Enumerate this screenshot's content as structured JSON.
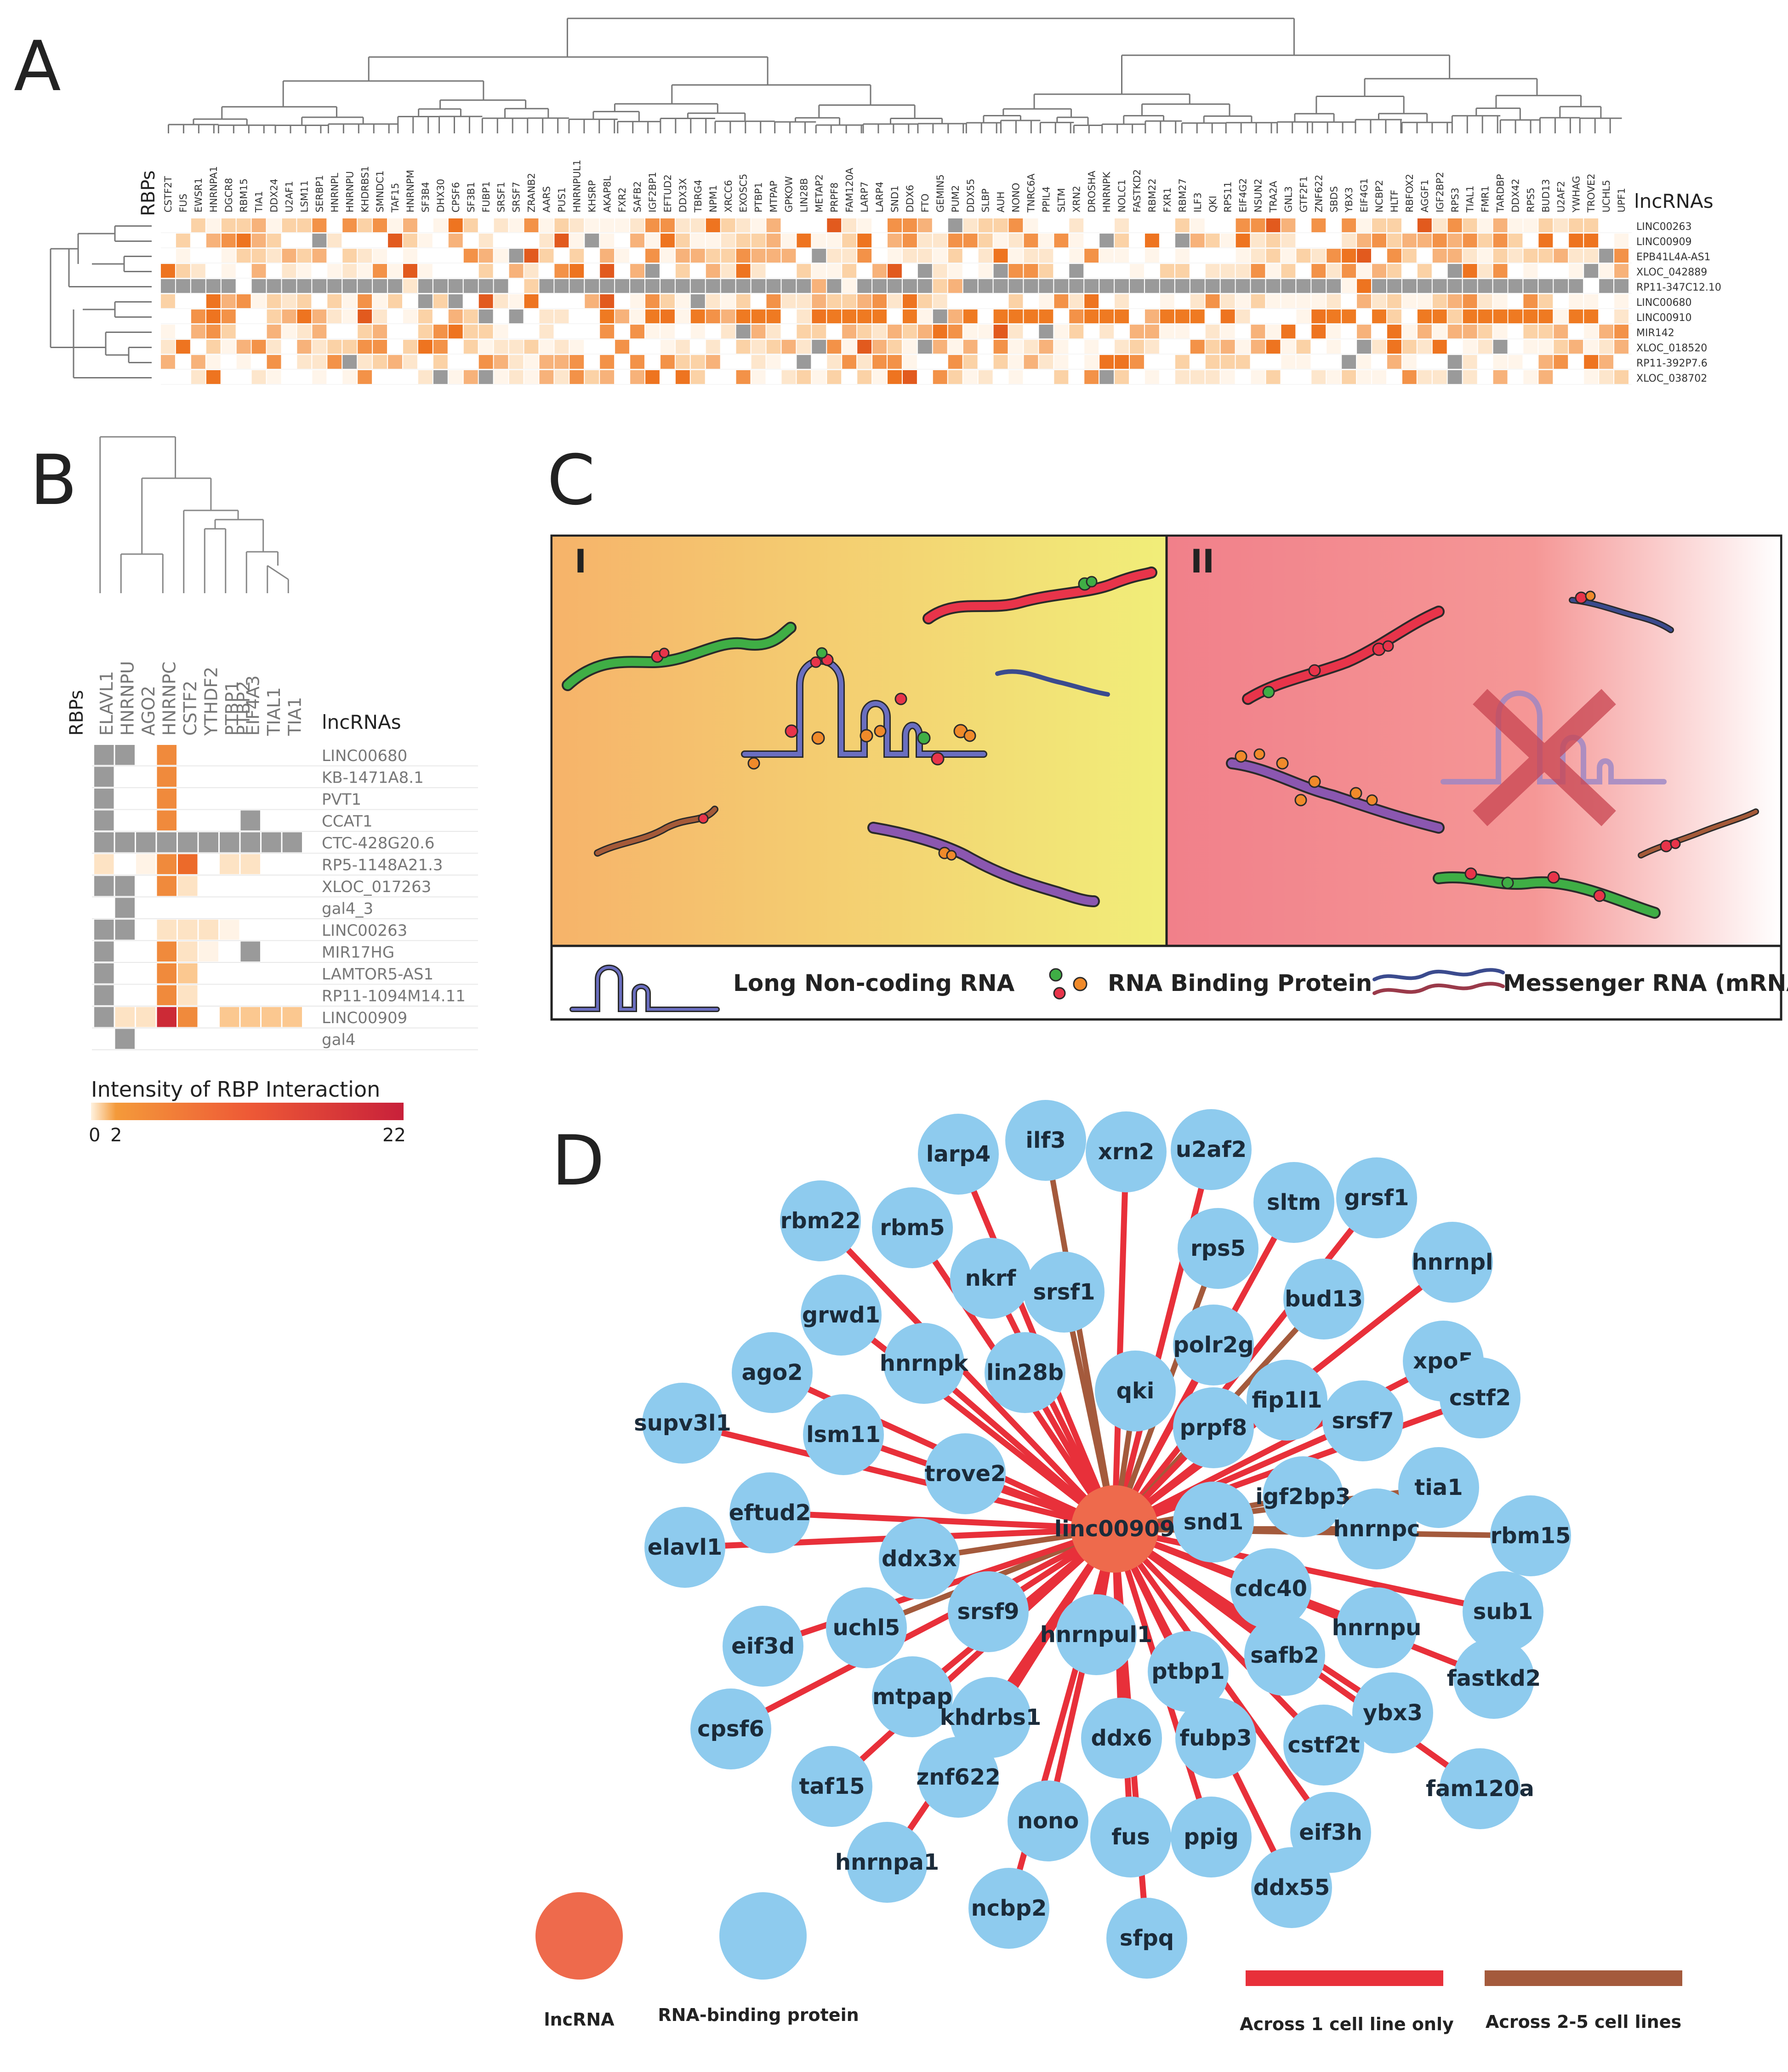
{
  "panels": {
    "a": "A",
    "b": "B",
    "c": "C",
    "d": "D"
  },
  "panel_a": {
    "axis_rbp": "RBPs",
    "axis_lnc": "lncRNAs",
    "rbps": [
      "CSTF2T",
      "FUS",
      "EWSR1",
      "HNRNPA1",
      "DGCR8",
      "RBM15",
      "TIA1",
      "DDX24",
      "U2AF1",
      "LSM11",
      "SERBP1",
      "HNRNPL",
      "HNRNPU",
      "KHDRBS1",
      "SMNDC1",
      "TAF15",
      "HNRNPM",
      "SF3B4",
      "DHX30",
      "CPSF6",
      "SF3B1",
      "FUBP1",
      "SRSF1",
      "SRSF7",
      "ZRANB2",
      "AARS",
      "PUS1",
      "HNRNPUL1",
      "KHSRP",
      "AKAP8L",
      "FXR2",
      "SAFB2",
      "IGF2BP1",
      "EFTUD2",
      "DDX3X",
      "TBRG4",
      "NPM1",
      "XRCC6",
      "EXOSC5",
      "PTBP1",
      "MTPAP",
      "GPKOW",
      "LIN28B",
      "METAP2",
      "PRPF8",
      "FAM120A",
      "LARP7",
      "LARP4",
      "SND1",
      "DDX6",
      "FTO",
      "GEMIN5",
      "PUM2",
      "DDX55",
      "SLBP",
      "AUH",
      "NONO",
      "TNRC6A",
      "PPIL4",
      "SLTM",
      "XRN2",
      "DROSHA",
      "HNRNPK",
      "NOLC1",
      "FASTKD2",
      "RBM22",
      "FXR1",
      "RBM27",
      "ILF3",
      "QKI",
      "RPS11",
      "EIF4G2",
      "NSUN2",
      "TRA2A",
      "GNL3",
      "GTF2F1",
      "ZNF622",
      "SBDS",
      "YBX3",
      "EIF4G1",
      "NCBP2",
      "HLTF",
      "RBFOX2",
      "AGGF1",
      "IGF2BP2",
      "RPS3",
      "TIAL1",
      "FMR1",
      "TARDBP",
      "DDX42",
      "RPS5",
      "BUD13",
      "U2AF2",
      "YWHAG",
      "TROVE2",
      "UCHL5",
      "UPF1"
    ],
    "lncrnas": [
      "LINC00263",
      "LINC00909",
      "EPB41L4A-AS1",
      "XLOC_042889",
      "RP11-347C12.10",
      "LINC00680",
      "LINC00910",
      "MIR142",
      "XLOC_018520",
      "RP11-392P7.6",
      "XLOC_038702"
    ]
  },
  "panel_b": {
    "axis_rbp": "RBPs",
    "axis_lnc": "lncRNAs",
    "rbps": [
      "ELAVL1",
      "HNRNPU",
      "AGO2",
      "HNRNPC",
      "CSTF2",
      "YTHDF2",
      "PTBP1",
      "PTBP2",
      "EIF4A3",
      "TIAL1",
      "TIA1"
    ],
    "lncrnas": [
      "LINC00680",
      "KB-1471A8.1",
      "PVT1",
      "CCAT1",
      "CTC-428G20.6",
      "RP5-1148A21.3",
      "XLOC_017263",
      "gal4_3",
      "LINC00263",
      "MIR17HG",
      "LAMTOR5-AS1",
      "RP11-1094M14.11",
      "LINC00909",
      "gal4"
    ],
    "legend_title": "Intensity of RBP Interaction",
    "legend_ticks": [
      "0",
      "2",
      "22"
    ]
  },
  "panel_c": {
    "roman_1": "I",
    "roman_2": "II",
    "legend": {
      "lncrna": "Long Non-coding RNA",
      "rbp": "RNA Binding Protein",
      "mrna": "Messenger RNA (mRNA)"
    }
  },
  "panel_d": {
    "center": "linc00909",
    "nodes": [
      "larp4",
      "ilf3",
      "xrn2",
      "u2af2",
      "rbm22",
      "rbm5",
      "sltm",
      "grsf1",
      "rps5",
      "nkrf",
      "srsf1",
      "hnrnpl",
      "bud13",
      "grwd1",
      "polr2g",
      "xpo5",
      "ago2",
      "hnrnpk",
      "lin28b",
      "qki",
      "fip1l1",
      "cstf2",
      "supv3l1",
      "lsm11",
      "prpf8",
      "srsf7",
      "trove2",
      "igf2bp3",
      "tia1",
      "eftud2",
      "snd1",
      "rbm15",
      "elavl1",
      "ddx3x",
      "hnrnpc",
      "cdc40",
      "sub1",
      "srsf9",
      "uchl5",
      "hnrnpu",
      "eif3d",
      "hnrnpul1",
      "safb2",
      "fastkd2",
      "mtpap",
      "ptbp1",
      "cpsf6",
      "khdrbs1",
      "ybx3",
      "ddx6",
      "fubp3",
      "cstf2t",
      "znf622",
      "taf15",
      "fam120a",
      "nono",
      "fus",
      "ppig",
      "eif3h",
      "hnrnpa1",
      "ddx55",
      "ncbp2",
      "sfpq"
    ],
    "brown_edges": [
      "ilf3",
      "srsf1",
      "rps5",
      "bud13",
      "qki",
      "igf2bp3",
      "tia1",
      "hnrnpc",
      "rbm15",
      "ddx3x",
      "uchl5"
    ],
    "legend": {
      "lncrna": "lncRNA",
      "rbp": "RNA-binding protein",
      "red": "Across 1 cell line only",
      "brown": "Across 2-5 cell lines"
    }
  },
  "colors": {
    "node": "#8ecbee",
    "center": "#ee6a4c",
    "edge_red": "#e8303a",
    "edge_brown": "#a45a3c",
    "missing": "#9a9a9a",
    "dendro": "#777777"
  }
}
